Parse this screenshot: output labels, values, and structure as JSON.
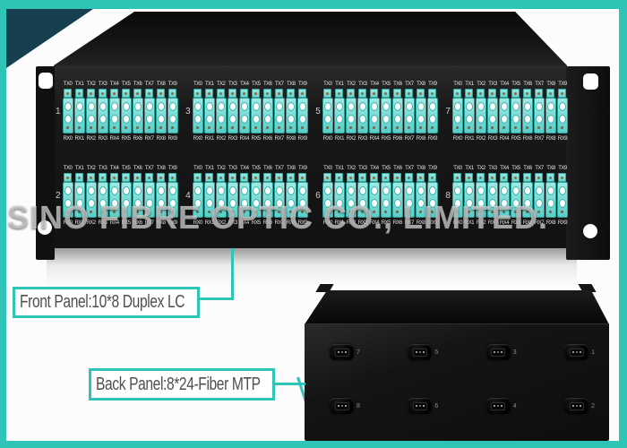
{
  "watermark": {
    "text": "SINO FIBRE OPTIC CO., LIMITED."
  },
  "callouts": {
    "front_label": "Front Panel:10*8 Duplex LC",
    "back_label": "Back Panel:8*24-Fiber MTP"
  },
  "front_panel": {
    "tx_labels": [
      "TX0",
      "TX1",
      "TX2",
      "TX3",
      "TX4",
      "TX5",
      "TX6",
      "TX7",
      "TX8",
      "TX9"
    ],
    "rx_labels": [
      "RX0",
      "RX1",
      "RX2",
      "RX3",
      "RX4",
      "RX5",
      "RX6",
      "RX7",
      "RX8",
      "RX9"
    ],
    "top_row_group_numbers": [
      "1",
      "3",
      "5",
      "7"
    ],
    "bottom_row_group_numbers": [
      "2",
      "4",
      "6",
      "8"
    ]
  },
  "back_panel": {
    "top_row_port_numbers": [
      "7",
      "5",
      "3",
      "1"
    ],
    "bottom_row_port_numbers": [
      "8",
      "6",
      "4",
      "2"
    ]
  },
  "colors": {
    "accent_teal": "#2EC4B6",
    "corner_dark_teal": "#16404F",
    "lc_adapter_aqua": "#7EE0DA",
    "panel_black": "#161616",
    "callout_text": "#4F4F4F",
    "watermark_gray": "#DEDEDE"
  }
}
